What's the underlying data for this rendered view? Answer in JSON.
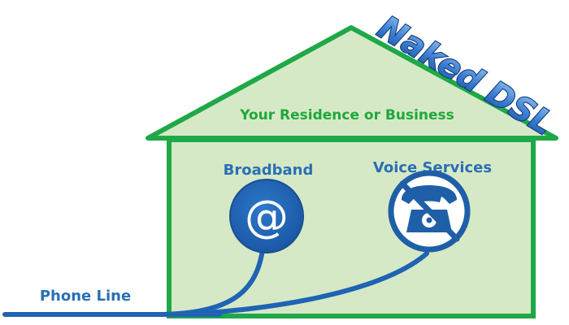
{
  "title": "Naked DSL",
  "roof_label": "Your Residence or Business",
  "broadband": {
    "label": "Broadband",
    "symbol": "@"
  },
  "voice": {
    "label": "Voice Services",
    "icon": "no-phone-icon"
  },
  "phone_line": {
    "label": "Phone Line"
  },
  "colors": {
    "house_fill": "#d6e9c6",
    "house_stroke": "#1fa848",
    "line_blue": "#1f64b4",
    "text_green": "#1ea83a",
    "text_blue": "#2a6fb5",
    "title_fill": "#3f7fcf",
    "prohibit_red_border": "#1f5fa8"
  }
}
